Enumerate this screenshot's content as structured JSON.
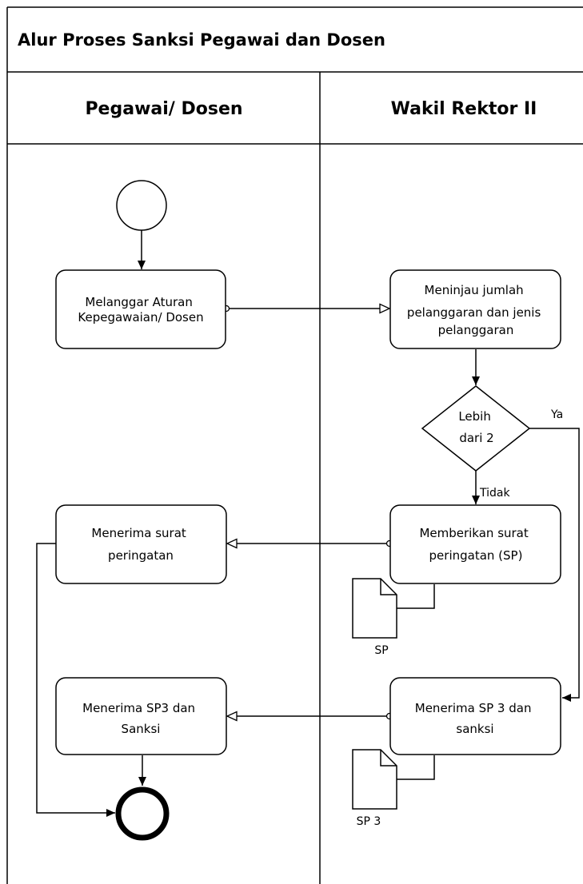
{
  "title": "Alur Proses Sanksi Pegawai dan Dosen",
  "lanes": [
    {
      "label": "Pegawai/ Dosen"
    },
    {
      "label": "Wakil Rektor II"
    }
  ],
  "activities": {
    "melanggar": {
      "lines": [
        "Melanggar Aturan",
        "Kepegawaian/ Dosen"
      ]
    },
    "meninjau": {
      "lines": [
        "Meninjau jumlah",
        "pelanggaran dan jenis",
        "pelanggaran"
      ]
    },
    "memberikan_sp": {
      "lines": [
        "Memberikan surat",
        "peringatan (SP)"
      ]
    },
    "menerima_surat": {
      "lines": [
        "Menerima surat",
        "peringatan"
      ]
    },
    "menerima_sp3_sanksi": {
      "lines": [
        "Menerima SP 3 dan",
        "sanksi"
      ]
    },
    "menerima_sp3_dan_sanksi": {
      "lines": [
        "Menerima SP3 dan",
        "Sanksi"
      ]
    }
  },
  "decision": {
    "lines": [
      "Lebih",
      "dari 2"
    ],
    "yes_label": "Ya",
    "no_label": "Tidak"
  },
  "documents": {
    "sp": {
      "label": "SP"
    },
    "sp3": {
      "label": "SP 3"
    }
  }
}
